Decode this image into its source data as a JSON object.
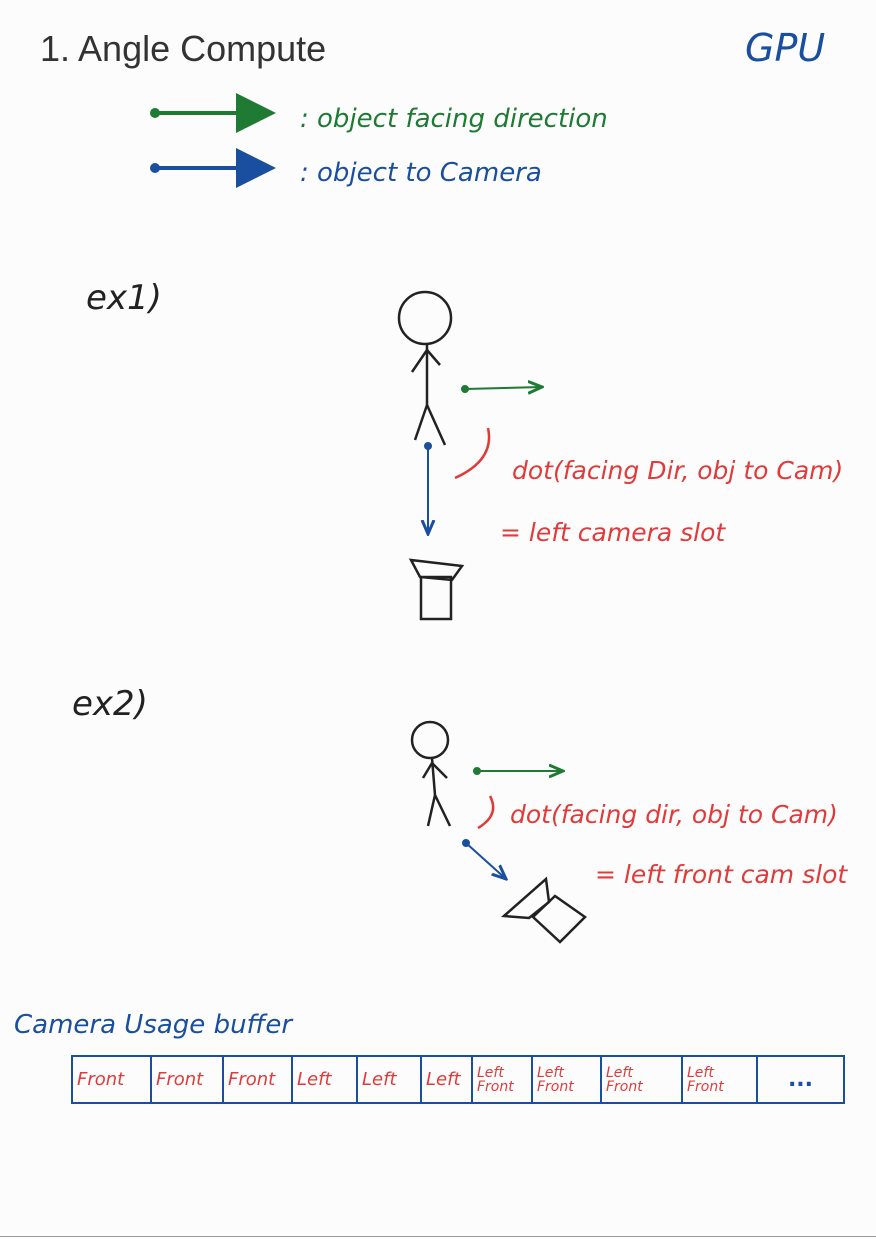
{
  "title": "1. Angle Compute",
  "corner_label": "GPU",
  "legend": [
    {
      "text": ": object facing direction",
      "color": "#1f7a34"
    },
    {
      "text": ": object to Camera",
      "color": "#1a4fa0"
    }
  ],
  "examples": [
    {
      "label": "ex1)",
      "formula": "dot(facing Dir, obj to Cam)",
      "result": "= left camera slot"
    },
    {
      "label": "ex2)",
      "formula": "dot(facing dir, obj to Cam)",
      "result": "= left front cam slot"
    }
  ],
  "buffer": {
    "label": "Camera Usage buffer",
    "cells": [
      {
        "top": "Front",
        "bottom": ""
      },
      {
        "top": "Front",
        "bottom": ""
      },
      {
        "top": "Front",
        "bottom": ""
      },
      {
        "top": "Left",
        "bottom": ""
      },
      {
        "top": "Left",
        "bottom": ""
      },
      {
        "top": "Left",
        "bottom": ""
      },
      {
        "top": "Left",
        "bottom": "Front"
      },
      {
        "top": "Left",
        "bottom": "Front"
      },
      {
        "top": "Left",
        "bottom": "Front"
      },
      {
        "top": "Left",
        "bottom": "Front"
      },
      {
        "top": "...",
        "bottom": ""
      }
    ]
  },
  "colors": {
    "green": "#1f7a34",
    "blue": "#1a4fa0",
    "red": "#e23a3a",
    "black": "#222222"
  }
}
